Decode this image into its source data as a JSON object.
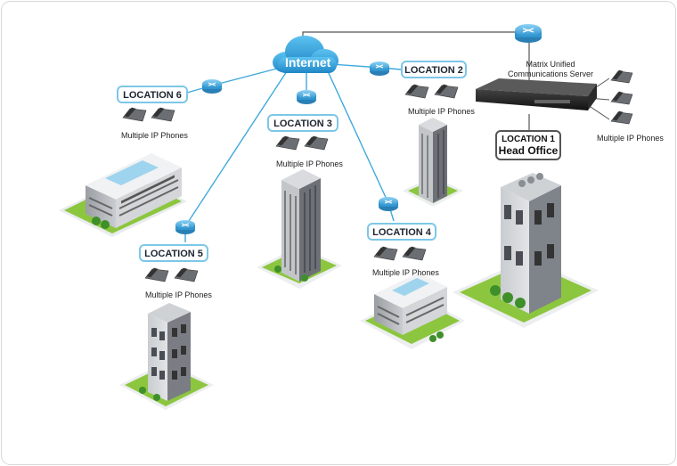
{
  "diagram": {
    "internet_label": "Internet",
    "phones_caption": "Multiple IP Phones",
    "server": {
      "line1": "Matrix Unified",
      "line2": "Communications Server"
    },
    "head_office": {
      "line1": "LOCATION 1",
      "line2": "Head Office"
    },
    "locations": [
      {
        "label": "LOCATION 2"
      },
      {
        "label": "LOCATION 3"
      },
      {
        "label": "LOCATION 4"
      },
      {
        "label": "LOCATION 5"
      },
      {
        "label": "LOCATION 6"
      }
    ],
    "colors": {
      "link": "#3fa9dd",
      "cloud": "#2e9bd6",
      "router": "#4db3e6",
      "grass": "#7ac943",
      "box_border": "#7cc7e8"
    }
  }
}
